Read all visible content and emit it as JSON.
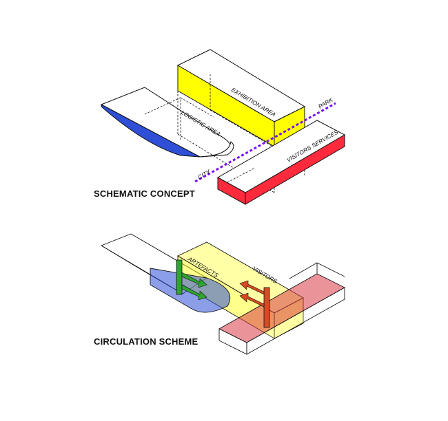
{
  "captions": {
    "concept": "SCHEMATIC CONCEPT",
    "circulation": "CIRCULATION SCHEME"
  },
  "concept": {
    "exhibition": "EXHIBITION AREA",
    "logistic": "LOGISTIC AREA",
    "visitors_services": "VISITORS SERVICES",
    "park": "PARK",
    "city": "CITY"
  },
  "circulation": {
    "artefacts": "ARTEFACTS",
    "visitors": "VISITORS"
  },
  "colors": {
    "exhibition": "#ffff00",
    "logistic": "#3050d8",
    "visitors": "#ff2b3c",
    "axis": "#7a10ff",
    "artefacts_flow": "#2fa52f",
    "visitors_flow": "#d94a1e"
  }
}
